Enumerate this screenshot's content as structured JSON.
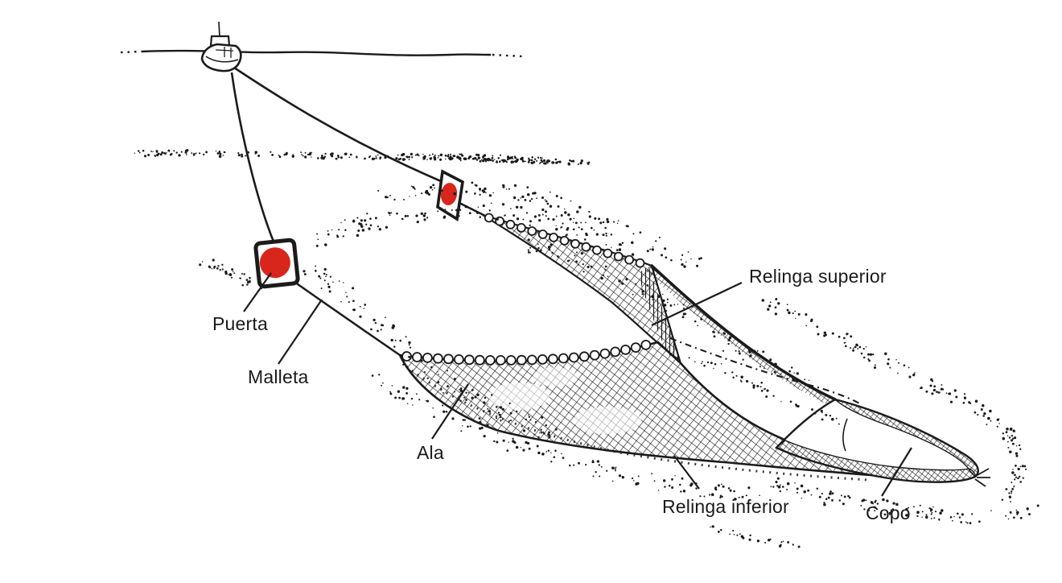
{
  "figure": {
    "labels": {
      "puerta": "Puerta",
      "malleta": "Malleta",
      "ala": "Ala",
      "relinga_superior": "Relinga superior",
      "relinga_inferior": "Relinga inferior",
      "copo": "Copo"
    },
    "colors": {
      "ink": "#1b1b1b",
      "door_marker_red": "#d9261c",
      "background": "#ffffff"
    }
  }
}
